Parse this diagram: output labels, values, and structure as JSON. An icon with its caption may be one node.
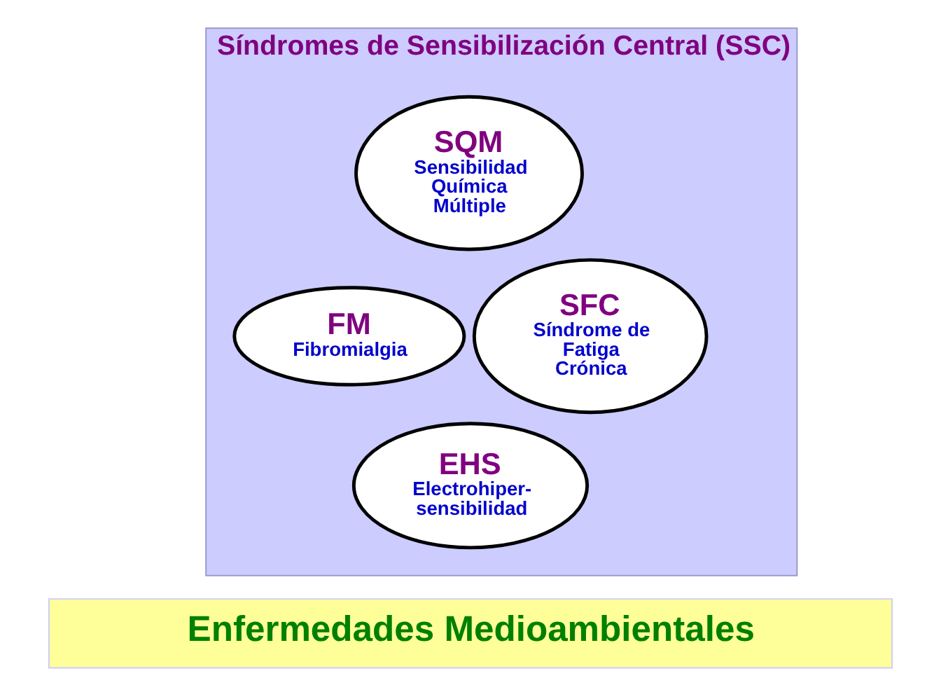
{
  "diagram": {
    "nodes": [
      {
        "text": [
          "Síndromes de Sensibilización Central (SSC)"
        ]
      },
      {
        "text": [
          "SQM",
          "Sensibilidad Química Múltiple"
        ],
        "in": 0
      },
      {
        "text": [
          "FM",
          "Fibromialgia"
        ],
        "in": 0
      },
      {
        "text": [
          "SFC",
          "Síndrome de Fatiga Crónica"
        ],
        "in": 0
      },
      {
        "text": [
          "EHS",
          "Electrohiper- sensibilidad"
        ],
        "in": 0
      },
      {
        "text": [
          "Enfermedades Medioambientales"
        ]
      }
    ],
    "edges": []
  }
}
